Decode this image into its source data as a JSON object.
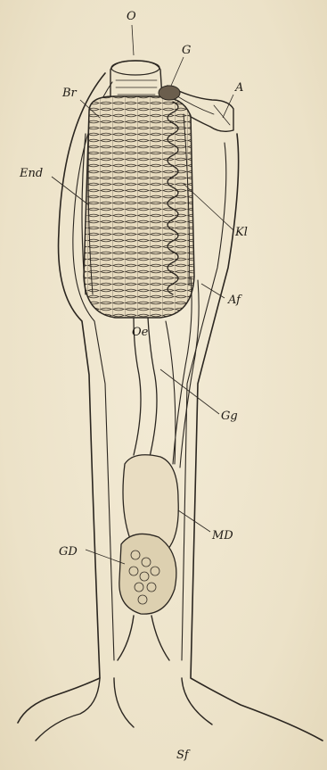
{
  "figure": {
    "background": "#efe6cf",
    "ink": "#2b2620",
    "labels": {
      "O": "O",
      "G": "G",
      "A": "A",
      "Br": "Br",
      "End": "End",
      "Kl": "Kl",
      "Af": "Af",
      "Oe": "Oe",
      "Gg": "Gg",
      "MD": "MD",
      "GD": "GD",
      "Sf": "Sf"
    }
  }
}
